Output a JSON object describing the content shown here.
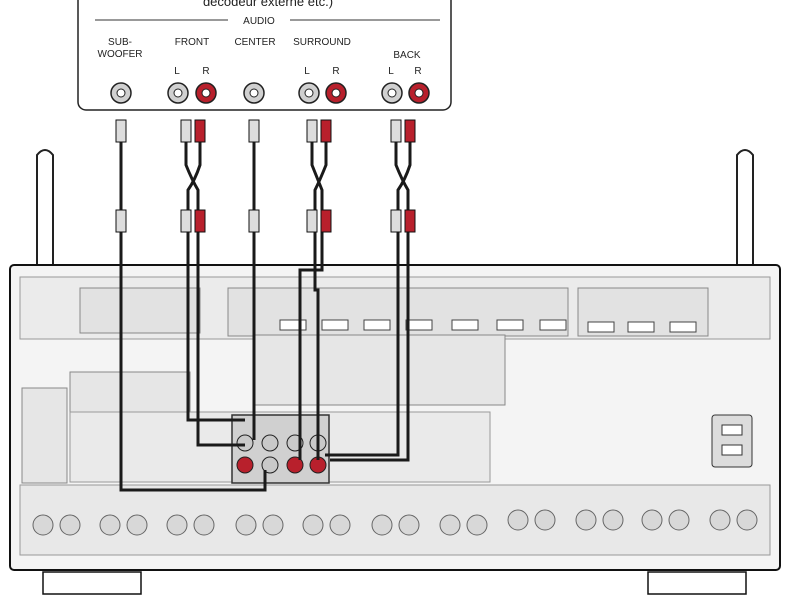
{
  "device": {
    "caption": "décodeur externe etc.)",
    "audio_label": "AUDIO",
    "channels": [
      {
        "id": "subwoofer",
        "label_line1": "SUB-",
        "label_line2": "WOOFER",
        "jacks": [
          ""
        ]
      },
      {
        "id": "front",
        "label_line1": "FRONT",
        "label_line2": "",
        "jacks": [
          "L",
          "R"
        ]
      },
      {
        "id": "center",
        "label_line1": "CENTER",
        "label_line2": "",
        "jacks": [
          ""
        ]
      },
      {
        "id": "surround",
        "label_line1": "SURROUND",
        "label_line2": "",
        "jacks": [
          "L",
          "R"
        ]
      },
      {
        "id": "back",
        "label_line1": "BACK",
        "label_line2": "",
        "jacks": [
          "L",
          "R"
        ]
      }
    ]
  },
  "colors": {
    "left_channel": "#c9c9c9",
    "right_channel": "#b8202c",
    "cable": "#1a1a1a",
    "panel": "#f2f2f2",
    "panel_stroke": "#333333"
  }
}
